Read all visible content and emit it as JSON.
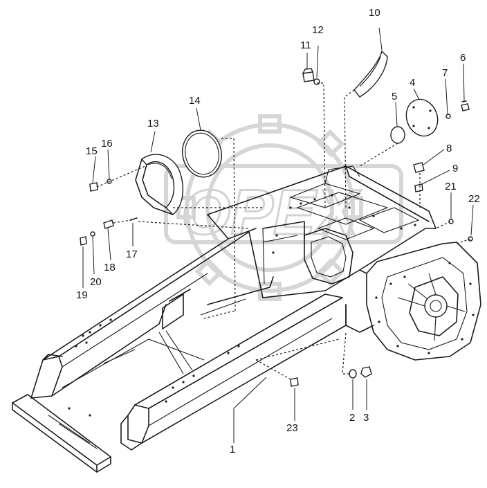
{
  "watermark": {
    "text": "OPEX"
  },
  "callouts": [
    {
      "id": "1",
      "label": "1"
    },
    {
      "id": "2",
      "label": "2"
    },
    {
      "id": "3",
      "label": "3"
    },
    {
      "id": "4",
      "label": "4"
    },
    {
      "id": "5",
      "label": "5"
    },
    {
      "id": "6",
      "label": "6"
    },
    {
      "id": "7",
      "label": "7"
    },
    {
      "id": "8",
      "label": "8"
    },
    {
      "id": "9",
      "label": "9"
    },
    {
      "id": "10",
      "label": "10"
    },
    {
      "id": "11",
      "label": "11"
    },
    {
      "id": "12",
      "label": "12"
    },
    {
      "id": "13",
      "label": "13"
    },
    {
      "id": "14",
      "label": "14"
    },
    {
      "id": "15",
      "label": "15"
    },
    {
      "id": "16",
      "label": "16"
    },
    {
      "id": "17",
      "label": "17"
    },
    {
      "id": "18",
      "label": "18"
    },
    {
      "id": "19",
      "label": "19"
    },
    {
      "id": "20",
      "label": "20"
    },
    {
      "id": "21",
      "label": "21"
    },
    {
      "id": "22",
      "label": "22"
    },
    {
      "id": "23",
      "label": "23"
    }
  ]
}
